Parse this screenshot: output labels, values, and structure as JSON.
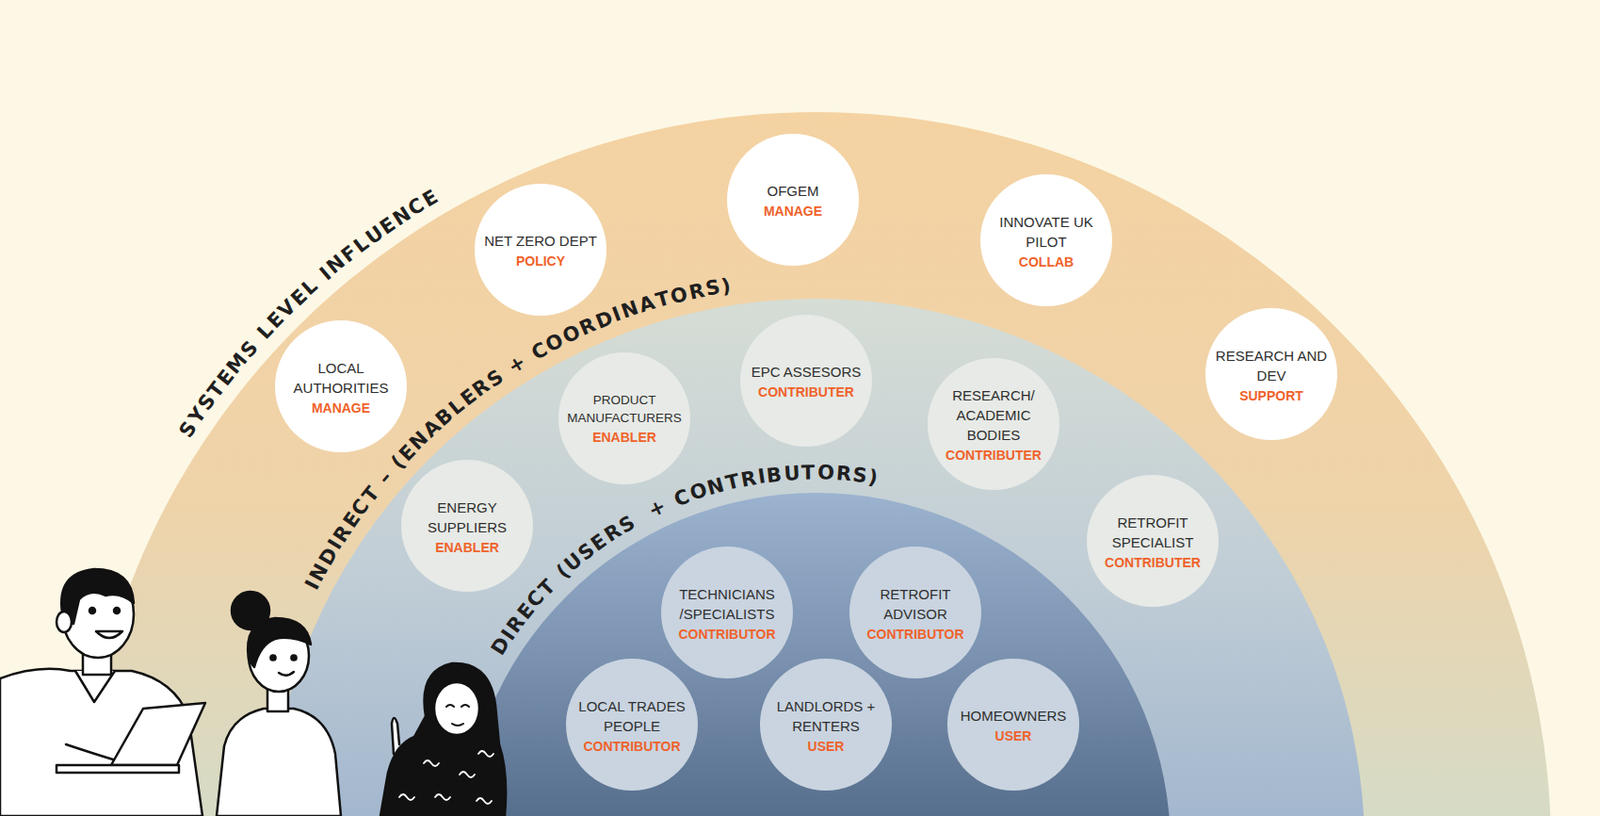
{
  "diagram": {
    "nodes": [
      {
        "text": [
          "SYSTEMS LEVEL INFLUENCE"
        ]
      },
      {
        "text": [
          "LOCAL AUTHORITIES",
          "MANAGE"
        ],
        "in": 0
      },
      {
        "text": [
          "NET ZERO DEPT",
          "POLICY"
        ],
        "in": 0
      },
      {
        "text": [
          "OFGEM",
          "MANAGE"
        ],
        "in": 0
      },
      {
        "text": [
          "INNOVATE UK PILOT",
          "COLLAB"
        ],
        "in": 0
      },
      {
        "text": [
          "RESEARCH AND DEV",
          "SUPPORT"
        ],
        "in": 0
      },
      {
        "text": [
          "INDIRECT – (ENABLERS + COORDINATORS)"
        ],
        "in": 0
      },
      {
        "text": [
          "ENERGY SUPPLIERS",
          "ENABLER"
        ],
        "in": 6
      },
      {
        "text": [
          "PRODUCT MANUFACTURERS",
          "ENABLER"
        ],
        "in": 6
      },
      {
        "text": [
          "EPC ASSESORS",
          "CONTRIBUTER"
        ],
        "in": 6
      },
      {
        "text": [
          "RESEARCH/ ACADEMIC BODIES",
          "CONTRIBUTER"
        ],
        "in": 6
      },
      {
        "text": [
          "RETROFIT SPECIALIST",
          "CONTRIBUTER"
        ],
        "in": 6
      },
      {
        "text": [
          "DIRECT (USERS  + CONTRIBUTORS)"
        ],
        "in": 6
      },
      {
        "text": [
          "TECHNICIANS /SPECIALISTS",
          "CONTRIBUTOR"
        ],
        "in": 12
      },
      {
        "text": [
          "RETROFIT ADVISOR",
          "CONTRIBUTOR"
        ],
        "in": 12
      },
      {
        "text": [
          "LOCAL TRADES PEOPLE",
          "CONTRIBUTOR"
        ],
        "in": 12
      },
      {
        "text": [
          "LANDLORDS + RENTERS",
          "USER"
        ],
        "in": 12
      },
      {
        "text": [
          "HOMEOWNERS",
          "USER"
        ],
        "in": 12
      }
    ]
  }
}
